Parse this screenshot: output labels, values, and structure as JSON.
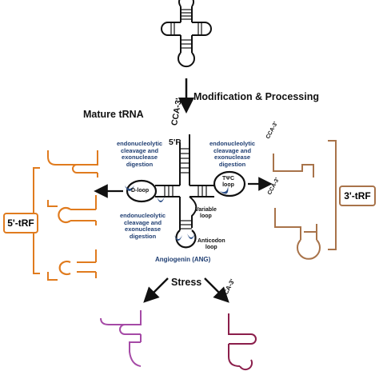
{
  "top_step": "Modification & Processing",
  "mature_label": "Mature tRNA",
  "five_p": "5'P",
  "cca_main": "CCA-3'",
  "cleavage_left_top": [
    "endonucleolytic",
    "cleavage and",
    "exonuclease",
    "digestion"
  ],
  "cleavage_right_top": [
    "endonucleolytic",
    "cleavage and",
    "exonuclease",
    "digestion"
  ],
  "cleavage_bottom": [
    "endonucleolytic",
    "cleavage and",
    "exonuclease",
    "digestion"
  ],
  "d_loop": "D-loop",
  "tpc_loop": [
    "TΨC",
    "loop"
  ],
  "variable_loop": [
    "Variable",
    "loop"
  ],
  "anticodon_loop": [
    "Anticodon",
    "loop"
  ],
  "angiogenin": "Angiogenin (ANG)",
  "stress": "Stress",
  "cca_small": "CCA-3'",
  "box_5trf": "5'-tRF",
  "box_3trf": "3'-tRF",
  "colors": {
    "orange": "#e07b1e",
    "brown": "#a8734a",
    "purple": "#a54aa6",
    "maroon": "#8b1e4b",
    "cut_blue": "#2c4f86",
    "text_blue": "#1f3e72"
  }
}
